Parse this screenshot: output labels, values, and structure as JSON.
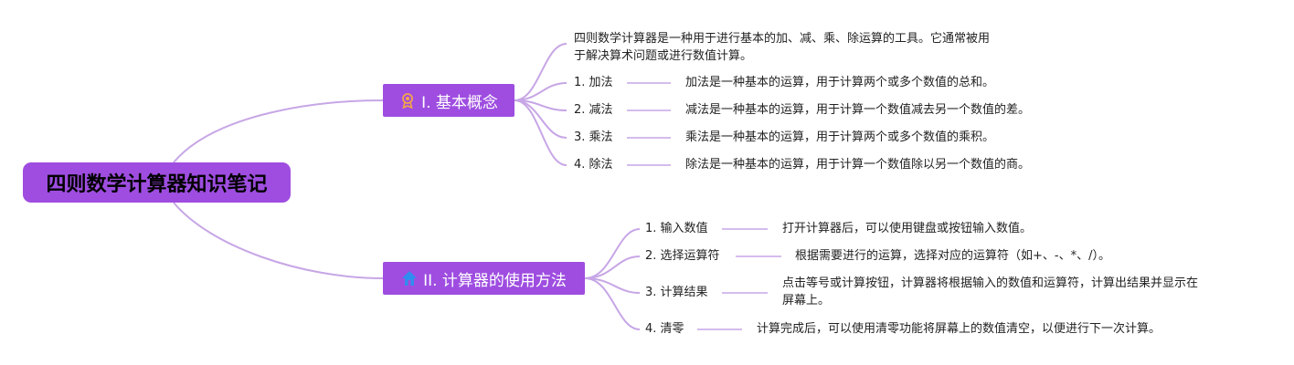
{
  "root": {
    "title": "四则数学计算器知识笔记"
  },
  "section1": {
    "title": "I. 基本概念",
    "icon": "award-ribbon-icon",
    "intro": [
      "四则数学计算器是一种用于进行基本的加、减、乘、除运算的工具。它通常被用",
      "于解决算术问题或进行数值计算。"
    ],
    "items": [
      {
        "label": "1. 加法",
        "desc": "加法是一种基本的运算，用于计算两个或多个数值的总和。"
      },
      {
        "label": "2. 减法",
        "desc": "减法是一种基本的运算，用于计算一个数值减去另一个数值的差。"
      },
      {
        "label": "3. 乘法",
        "desc": "乘法是一种基本的运算，用于计算两个或多个数值的乘积。"
      },
      {
        "label": "4. 除法",
        "desc": "除法是一种基本的运算，用于计算一个数值除以另一个数值的商。"
      }
    ]
  },
  "section2": {
    "title": "II. 计算器的使用方法",
    "icon": "house-icon",
    "items": [
      {
        "label": "1. 输入数值",
        "desc": [
          "打开计算器后，可以使用键盘或按钮输入数值。"
        ]
      },
      {
        "label": "2. 选择运算符",
        "desc": [
          "根据需要进行的运算，选择对应的运算符（如+、-、*、/）。"
        ]
      },
      {
        "label": "3. 计算结果",
        "desc": [
          "点击等号或计算按钮，计算器将根据输入的数值和运算符，计算出结果并显示在",
          "屏幕上。"
        ]
      },
      {
        "label": "4. 清零",
        "desc": [
          "计算完成后，可以使用清零功能将屏幕上的数值清空，以便进行下一次计算。"
        ]
      }
    ]
  },
  "colors": {
    "accent": "#9e4de0",
    "line": "#c7a6e6",
    "icon_orange": "#f5a54a",
    "icon_blue": "#2f8df0"
  }
}
